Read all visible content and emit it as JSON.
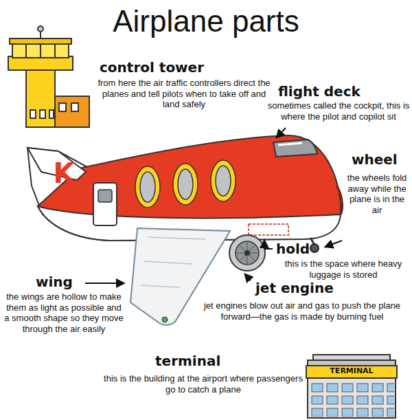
{
  "diagram": {
    "title": "Airplane parts",
    "labels": [
      "control tower",
      "from here the air traffic controllers direct the planes and tell pilots when to take off and land safely",
      "flight deck",
      "sometimes called the cockpit, this is where the pilot and copilot sit",
      "wheel",
      "the wheels fold away while the plane is in the air",
      "hold",
      "this is the space where heavy luggage is stored",
      "wing",
      "the wings are hollow to make them as light as possible and a smooth shape so they move through the air easily",
      "jet engine",
      "jet engines blow out air and gas to push the plane forward—the gas is made by burning fuel",
      "terminal",
      "this is the building at the airport where passengers go to catch a plane",
      "K",
      "TERMINAL"
    ]
  }
}
